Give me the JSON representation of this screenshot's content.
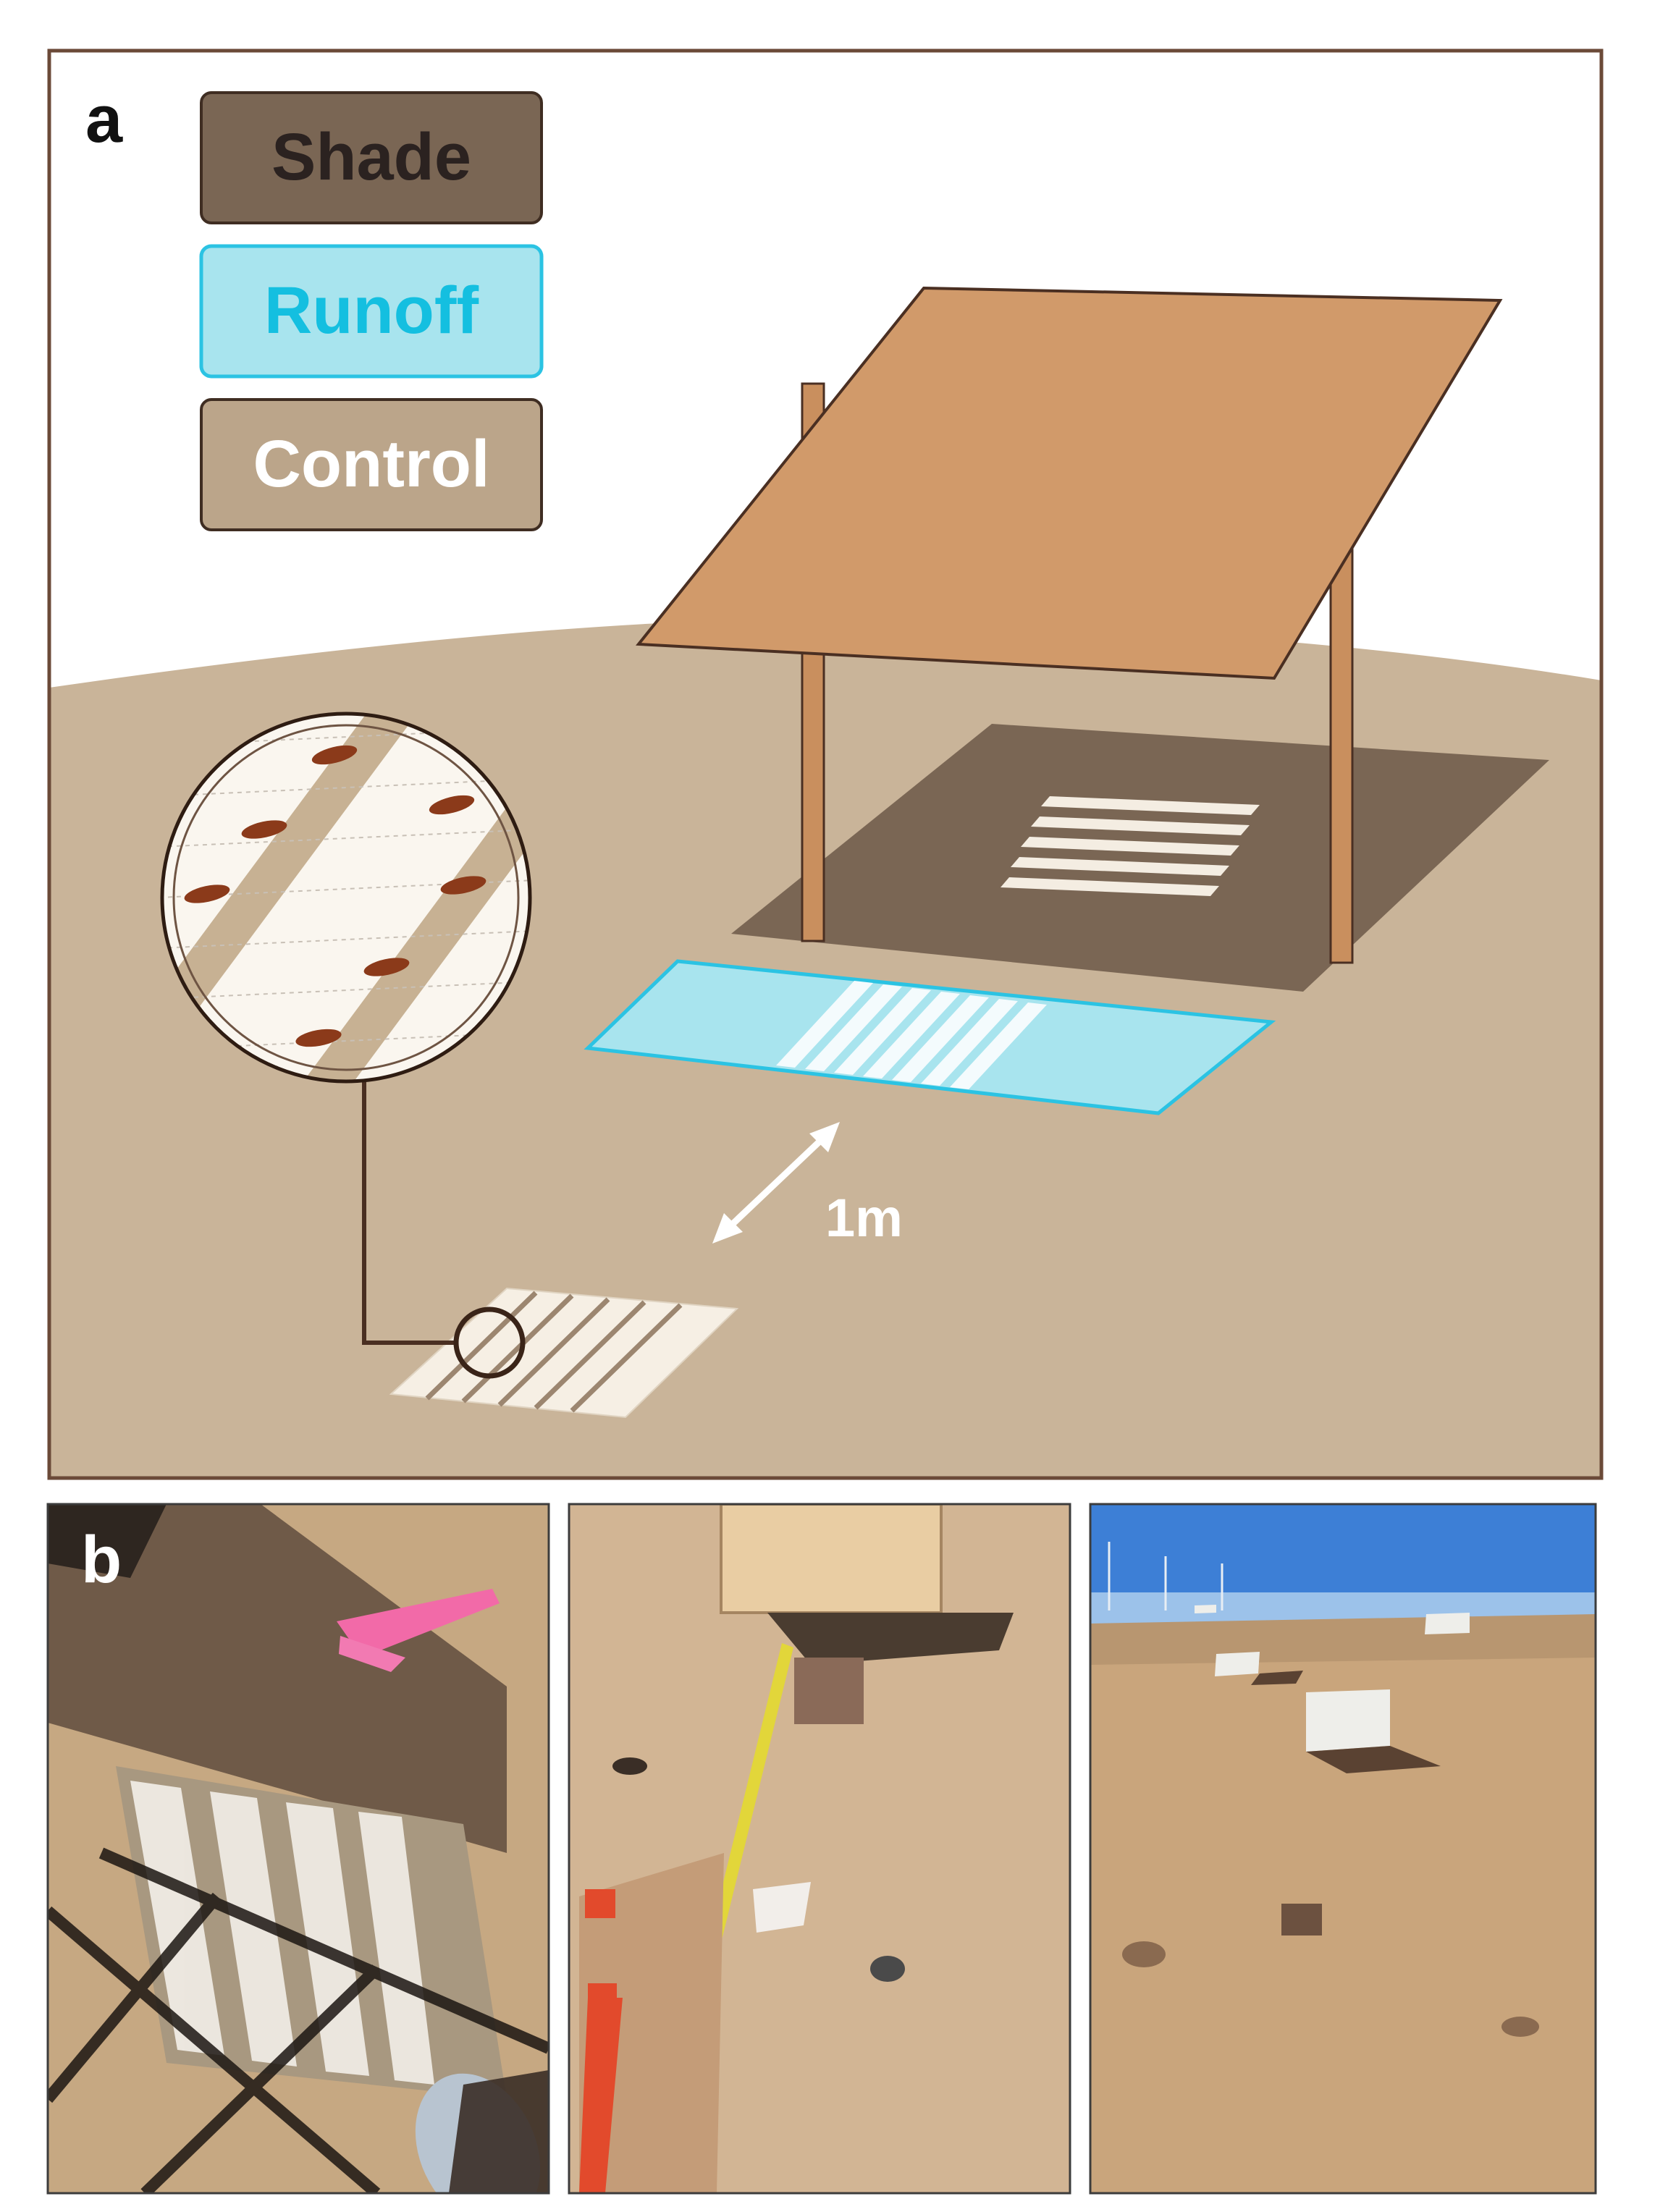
{
  "panel_a": {
    "label": "a",
    "legend": {
      "shade": {
        "label": "Shade",
        "fill": "#7a6654",
        "text_color": "#2b2220"
      },
      "runoff": {
        "label": "Runoff",
        "fill": "#a8e4ee",
        "text_color": "#14bfe0",
        "border": "#2bc3e3"
      },
      "control": {
        "label": "Control",
        "fill": "#bba58a",
        "text_color": "#ffffff"
      }
    },
    "distance_label": "1m",
    "colors": {
      "ground": "#c9b499",
      "roof": "#d19a6a",
      "outline": "#4a2f22",
      "seed": "#8b3a1a",
      "paper": "#f7f2ea"
    }
  },
  "panel_b": {
    "label": "b",
    "photos": [
      {
        "icon": "photo-shaded-seed-plot-icon"
      },
      {
        "icon": "photo-runoff-plot-with-ruler-icon"
      },
      {
        "icon": "photo-field-site-panels-icon"
      }
    ]
  }
}
